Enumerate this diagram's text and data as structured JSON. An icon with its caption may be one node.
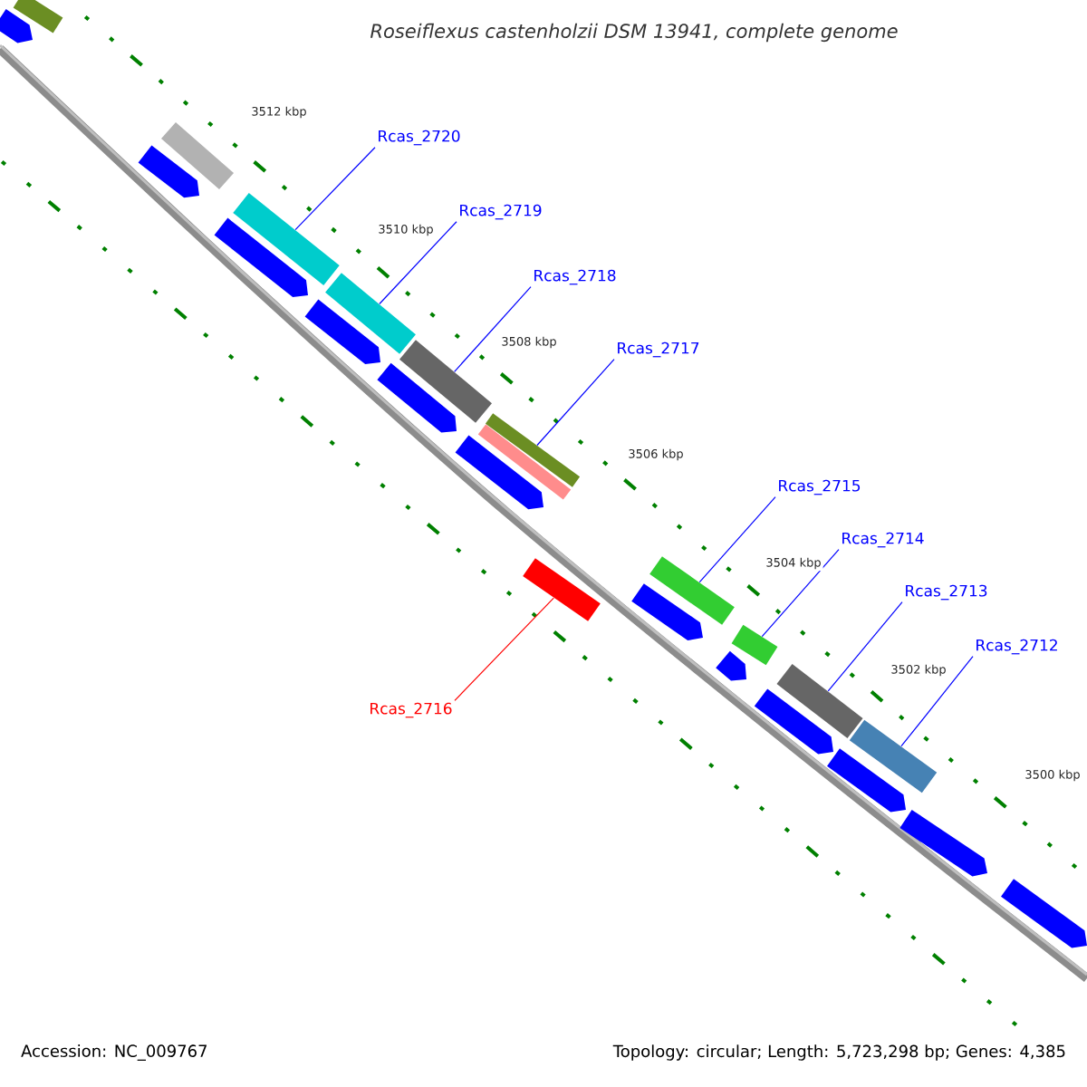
{
  "diagram": {
    "title": "Roseiflexus castenholzii DSM 13941, complete genome",
    "nodes": [
      {
        "text": [
          "Rcas_2720"
        ]
      },
      {
        "text": [
          "Rcas_2719"
        ]
      },
      {
        "text": [
          "Rcas_2718"
        ]
      },
      {
        "text": [
          "Rcas_2717"
        ]
      },
      {
        "text": [
          "Rcas_2715"
        ]
      },
      {
        "text": [
          "Rcas_2714"
        ]
      },
      {
        "text": [
          "Rcas_2713"
        ]
      },
      {
        "text": [
          "Rcas_2712"
        ]
      },
      {
        "text": [
          "Rcas_2716"
        ]
      },
      {
        "text": [],
        "shape": "bar"
      },
      {
        "text": [],
        "shape": "bar"
      },
      {
        "text": [],
        "shape": "bar"
      },
      {
        "text": [],
        "shape": "bar"
      },
      {
        "text": [],
        "shape": "bar"
      },
      {
        "text": [],
        "shape": "bar"
      },
      {
        "text": [],
        "shape": "bar"
      },
      {
        "text": [],
        "shape": "bar"
      },
      {
        "text": [],
        "shape": "bar"
      }
    ],
    "edges": [
      {
        "from": 0,
        "to": 9,
        "arrow": "none"
      },
      {
        "from": 1,
        "to": 10,
        "arrow": "none"
      },
      {
        "from": 2,
        "to": 11,
        "arrow": "none"
      },
      {
        "from": 3,
        "to": 12,
        "arrow": "none"
      },
      {
        "from": 4,
        "to": 14,
        "arrow": "none"
      },
      {
        "from": 5,
        "to": 15,
        "arrow": "none"
      },
      {
        "from": 6,
        "to": 16,
        "arrow": "none"
      },
      {
        "from": 7,
        "to": 17,
        "arrow": "none"
      },
      {
        "from": 8,
        "to": 13,
        "arrow": "none",
        "color": "#ff0000"
      }
    ],
    "labels": [
      "3512 kbp",
      "3510 kbp",
      "3508 kbp",
      "3506 kbp",
      "3504 kbp",
      "3502 kbp",
      "3500 kbp",
      "Accession: NC_009767",
      "Topology: circular; Length: 5,723,298 bp; Genes: 4,385"
    ]
  }
}
